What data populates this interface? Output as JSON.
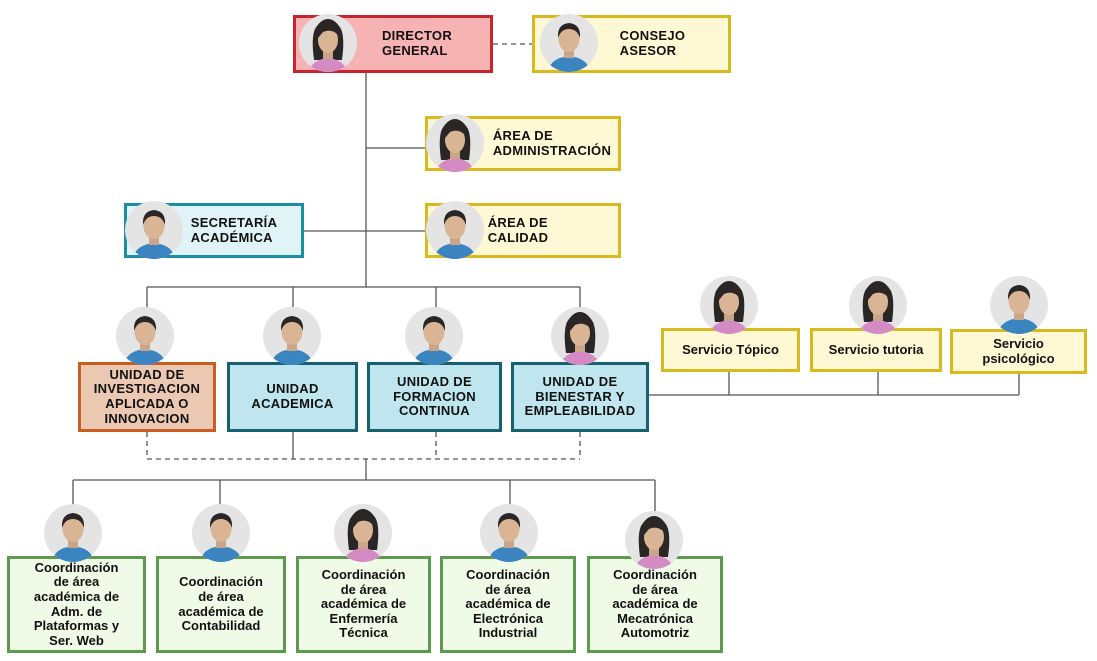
{
  "colors": {
    "director_border": "#c8242e",
    "director_fill": "#f7b3b4",
    "yellow_border": "#d8b91f",
    "yellow_fill": "#fff8d4",
    "teal_border": "#1d8ea0",
    "teal_fill": "#e0f4f7",
    "orange_border": "#c75d20",
    "orange_fill": "#ebc8b2",
    "blue_border": "#17606f",
    "blue_fill": "#bfe6ef",
    "green_border": "#5d9a4f",
    "green_fill": "#effbe6",
    "line": "#555555",
    "shirt_male": "#3a84bf",
    "shirt_female": "#d48bc4"
  },
  "nodes": {
    "director": {
      "label": "DIRECTOR\nGENERAL",
      "avatar": "female-avatar-icon"
    },
    "consejo": {
      "label": "CONSEJO\nASESOR",
      "avatar": "male-avatar-icon"
    },
    "administracion": {
      "label": "ÁREA DE\nADMINISTRACIÓN",
      "avatar": "female-avatar-icon"
    },
    "secretaria": {
      "label": "SECRETARÍA\nACADÉMICA",
      "avatar": "male-avatar-icon"
    },
    "calidad": {
      "label": "ÁREA DE\nCALIDAD",
      "avatar": "male-avatar-icon"
    },
    "investigacion": {
      "label": "UNIDAD DE\nINVESTIGACION\nAPLICADA O\nINNOVACION",
      "avatar": "male-avatar-icon"
    },
    "academica": {
      "label": "UNIDAD\nACADEMICA",
      "avatar": "male-avatar-icon"
    },
    "formacion": {
      "label": "UNIDAD DE\nFORMACION\nCONTINUA",
      "avatar": "male-avatar-icon"
    },
    "bienestar": {
      "label": "UNIDAD DE\nBIENESTAR Y\nEMPLEABILIDAD",
      "avatar": "female-avatar-icon"
    },
    "topico": {
      "label": "Servicio Tópico",
      "avatar": "female-avatar-icon"
    },
    "tutoria": {
      "label": "Servicio tutoria",
      "avatar": "female-avatar-icon"
    },
    "psicologico": {
      "label": "Servicio\npsicológico",
      "avatar": "male-avatar-icon"
    },
    "coord_web": {
      "label": "Coordinación\nde área\nacadémica de\nAdm. de\nPlataformas y\nSer. Web",
      "avatar": "male-avatar-icon"
    },
    "coord_conta": {
      "label": "Coordinación\nde área\nacadémica de\nContabilidad",
      "avatar": "male-avatar-icon"
    },
    "coord_enfer": {
      "label": "Coordinación\nde área\nacadémica de\nEnfermería\nTécnica",
      "avatar": "female-avatar-icon"
    },
    "coord_elec": {
      "label": "Coordinación\nde área\nacadémica de\nElectrónica\nIndustrial",
      "avatar": "male-avatar-icon"
    },
    "coord_meca": {
      "label": "Coordinación\nde área\nacadémica de\nMecatrónica\nAutomotriz",
      "avatar": "female-avatar-icon"
    }
  }
}
